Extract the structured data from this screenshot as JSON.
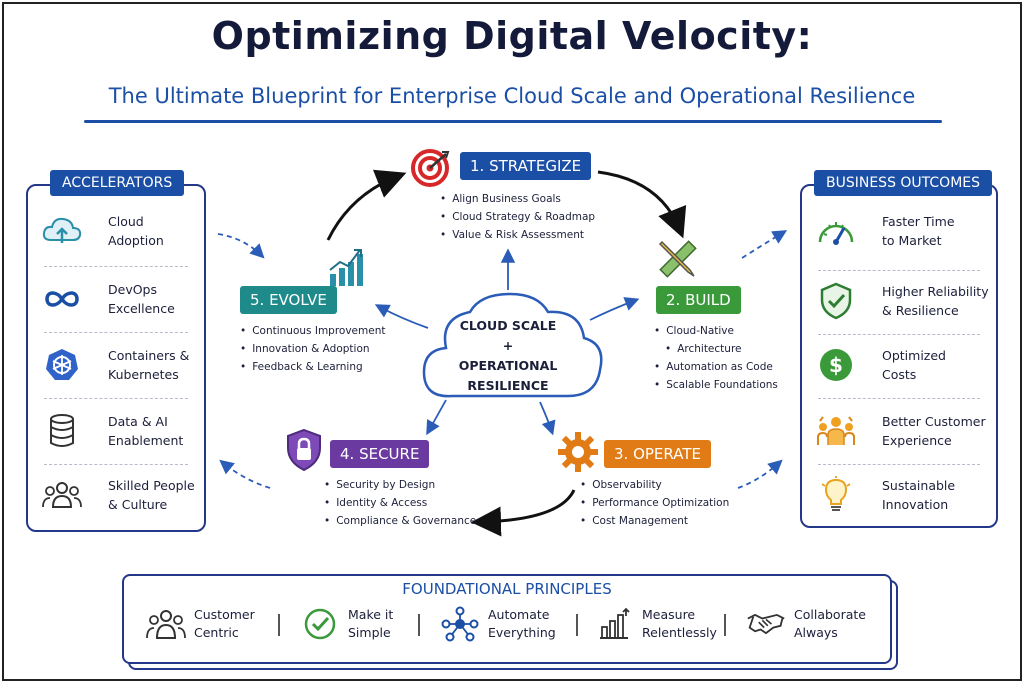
{
  "header": {
    "title": "Optimizing Digital Velocity:",
    "subtitle": "The Ultimate Blueprint for Enterprise Cloud Scale and Operational Resilience"
  },
  "accelerators": {
    "tag": "ACCELERATORS",
    "items": [
      {
        "line1": "Cloud",
        "line2": "Adoption",
        "icon": "cloud-upload-icon"
      },
      {
        "line1": "DevOps",
        "line2": "Excellence",
        "icon": "infinity-icon"
      },
      {
        "line1": "Containers &",
        "line2": "Kubernetes",
        "icon": "kubernetes-wheel-icon"
      },
      {
        "line1": "Data & AI",
        "line2": "Enablement",
        "icon": "database-icon"
      },
      {
        "line1": "Skilled People",
        "line2": "& Culture",
        "icon": "people-icon"
      }
    ]
  },
  "outcomes": {
    "tag": "BUSINESS OUTCOMES",
    "items": [
      {
        "line1": "Faster Time",
        "line2": "to Market",
        "icon": "speedometer-icon"
      },
      {
        "line1": "Higher Reliability",
        "line2": "& Resilience",
        "icon": "shield-check-icon"
      },
      {
        "line1": "Optimized",
        "line2": "Costs",
        "icon": "dollar-coin-icon"
      },
      {
        "line1": "Better Customer",
        "line2": "Experience",
        "icon": "happy-customers-icon"
      },
      {
        "line1": "Sustainable",
        "line2": "Innovation",
        "icon": "lightbulb-icon"
      }
    ]
  },
  "center": {
    "line1": "CLOUD SCALE",
    "line2": "+",
    "line3": "OPERATIONAL",
    "line4": "RESILIENCE"
  },
  "stages": {
    "strategize": {
      "label": "1. STRATEGIZE",
      "color": "#1b4fa6",
      "icon": "target-icon",
      "bullets": [
        "Align Business Goals",
        "Cloud Strategy & Roadmap",
        "Value & Risk Assessment"
      ]
    },
    "build": {
      "label": "2. BUILD",
      "color": "#3a9a3a",
      "icon": "pencil-ruler-icon",
      "bullets": [
        "Cloud-Native",
        "Architecture",
        "Automation as Code",
        "Scalable Foundations"
      ]
    },
    "operate": {
      "label": "3. OPERATE",
      "color": "#e07b16",
      "icon": "gear-icon",
      "bullets": [
        "Observability",
        "Performance Optimization",
        "Cost Management"
      ]
    },
    "secure": {
      "label": "4. SECURE",
      "color": "#6b3aa0",
      "icon": "shield-lock-icon",
      "bullets": [
        "Security by Design",
        "Identity & Access",
        "Compliance & Governance"
      ]
    },
    "evolve": {
      "label": "5. EVOLVE",
      "color": "#1f8a8a",
      "icon": "growth-chart-icon",
      "bullets": [
        "Continuous Improvement",
        "Innovation & Adoption",
        "Feedback & Learning"
      ]
    }
  },
  "foundation": {
    "title": "FOUNDATIONAL PRINCIPLES",
    "items": [
      {
        "line1": "Customer",
        "line2": "Centric",
        "icon": "customers-icon"
      },
      {
        "line1": "Make it",
        "line2": "Simple",
        "icon": "checkmark-circle-icon"
      },
      {
        "line1": "Automate",
        "line2": "Everything",
        "icon": "network-icon"
      },
      {
        "line1": "Measure",
        "line2": "Relentlessly",
        "icon": "bar-chart-icon"
      },
      {
        "line1": "Collaborate",
        "line2": "Always",
        "icon": "handshake-icon"
      }
    ]
  }
}
